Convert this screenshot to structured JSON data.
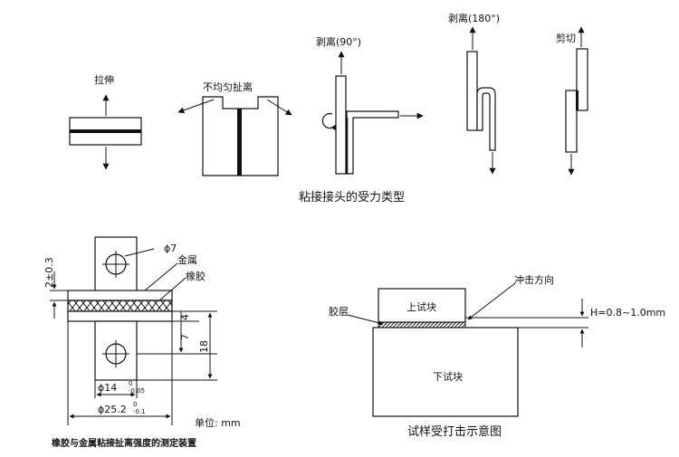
{
  "top_panel": {
    "labels": {
      "tension": "拉伸",
      "cleavage": "不均匀扯离",
      "peel90": "剥离(90°)",
      "peel180": "剥离(180°)",
      "shear": "剪切"
    },
    "caption": "粘接接头的受力类型"
  },
  "left_panel": {
    "labels": {
      "hole_dia": "ϕ7",
      "metal": "金属",
      "rubber": "橡胶",
      "dim_top": "2±0.3",
      "dim_4": "4",
      "dim_7": "7",
      "dim_18": "18",
      "dim_14": "ϕ14",
      "tol_14_upper": "0",
      "tol_14_lower": "-0.05",
      "dim_25": "ϕ25.2",
      "tol_25_upper": "0",
      "tol_25_lower": "-0.1",
      "unit": "单位: mm"
    },
    "caption": "橡胶与金属粘接扯离强度的测定装置"
  },
  "right_panel": {
    "labels": {
      "upper_block": "上试块",
      "lower_block": "下试块",
      "adhesive": "胶层",
      "impact_dir": "冲击方向",
      "h_label": "H=0.8~1.0mm"
    },
    "caption": "试样受打击示意图"
  }
}
